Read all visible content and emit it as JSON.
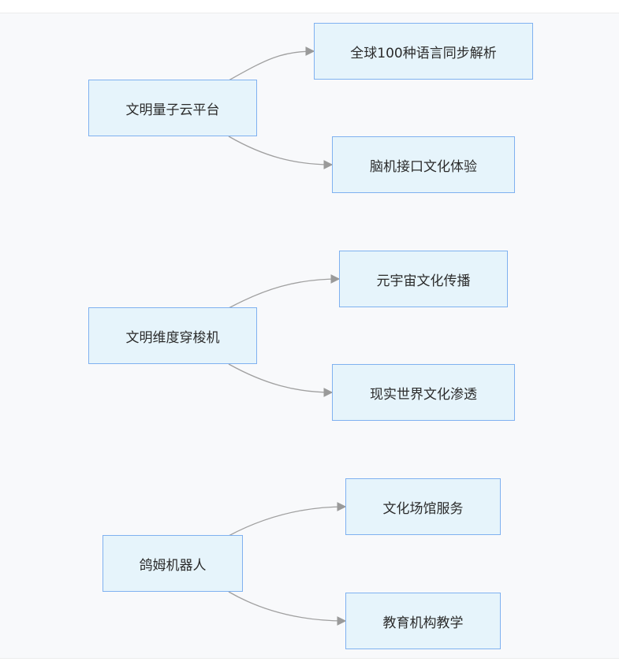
{
  "diagram": {
    "groups": [
      {
        "root": "文明量子云平台",
        "children": [
          "全球100种语言同步解析",
          "脑机接口文化体验"
        ]
      },
      {
        "root": "文明维度穿梭机",
        "children": [
          "元宇宙文化传播",
          "现实世界文化渗透"
        ]
      },
      {
        "root": "鸽姆机器人",
        "children": [
          "文化场馆服务",
          "教育机构教学"
        ]
      }
    ],
    "colors": {
      "node_fill": "#e6f4fb",
      "node_border": "#7fb1f0",
      "edge": "#a0a0a0",
      "background": "#f8f9fb"
    }
  }
}
